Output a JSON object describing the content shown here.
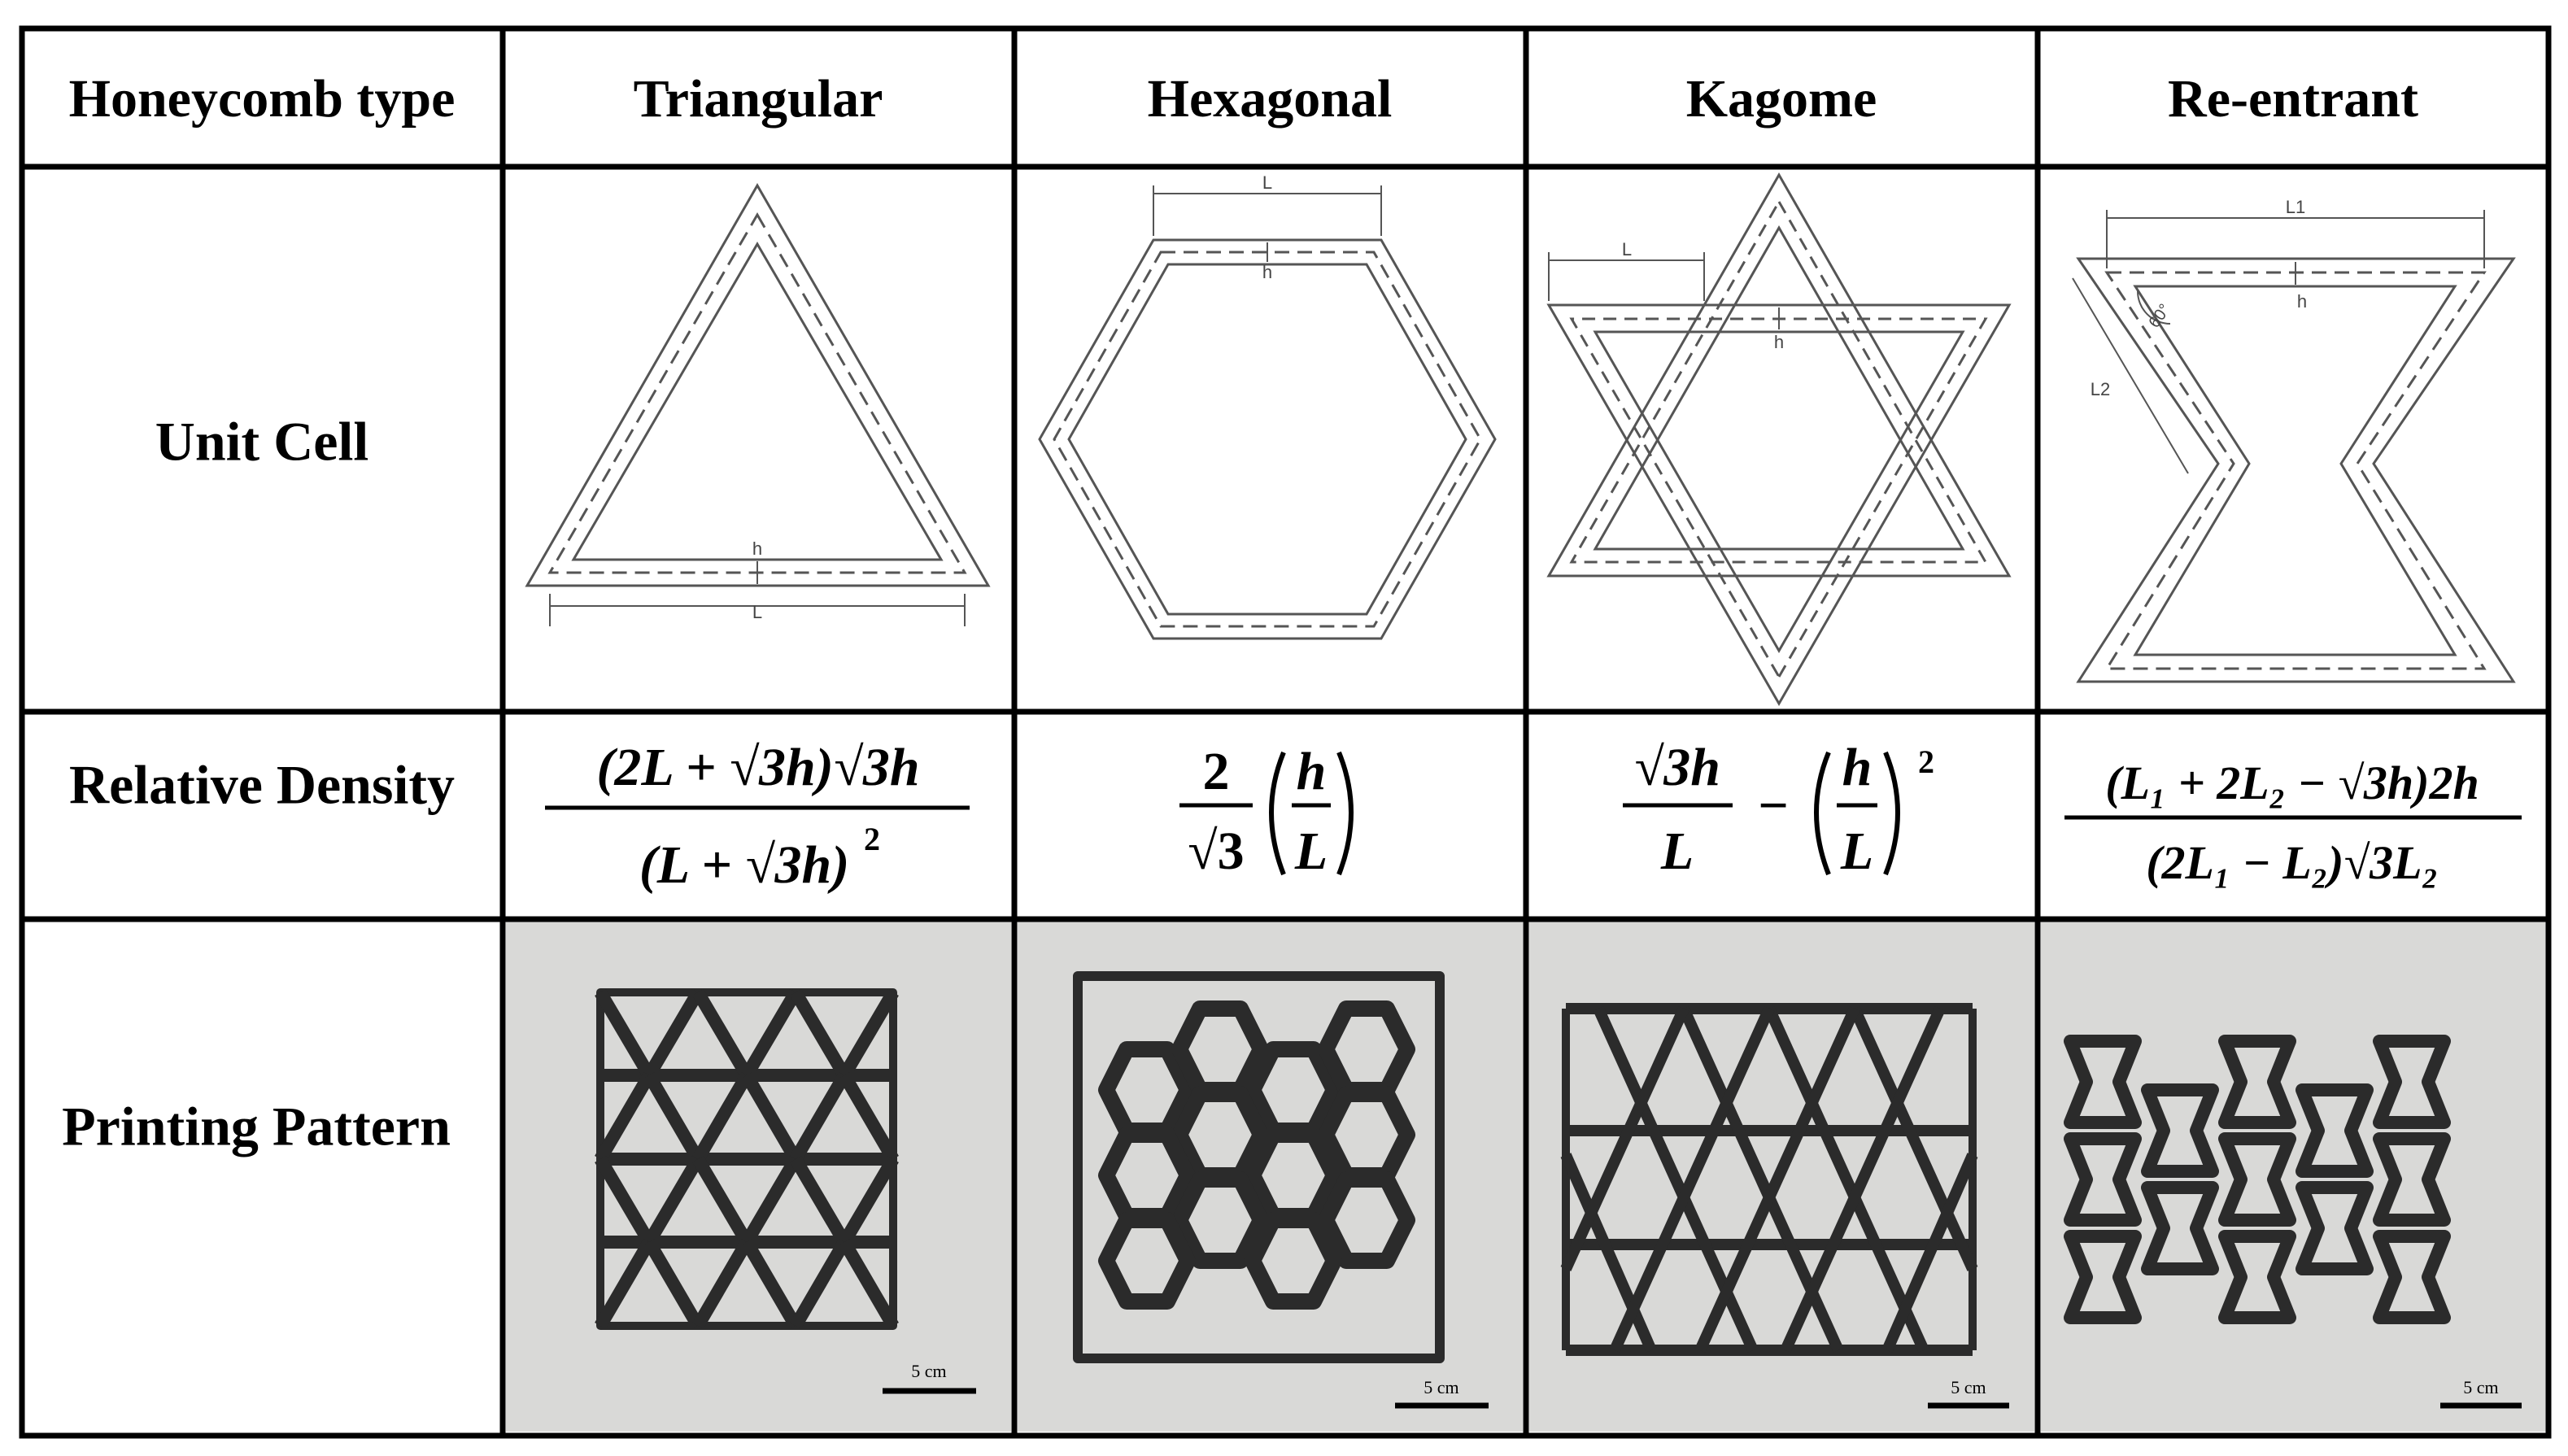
{
  "table": {
    "header_label": "Honeycomb type",
    "columns": [
      "Triangular",
      "Hexagonal",
      "Kagome",
      "Re-entrant"
    ],
    "rows": [
      "Unit Cell",
      "Relative Density",
      "Printing Pattern"
    ]
  },
  "unit_cell": {
    "triangular": {
      "thickness_label": "h",
      "length_label": "L"
    },
    "hexagonal": {
      "length_label": "L",
      "thickness_label": "h"
    },
    "kagome": {
      "length_label": "L",
      "thickness_label": "h"
    },
    "reentrant": {
      "length1_label": "L1",
      "thickness_label": "h",
      "length2_label": "L2",
      "angle_label": "60°"
    }
  },
  "relative_density": {
    "triangular": {
      "numerator": "(2L + √3h)√3h",
      "denominator": "(L + √3h)",
      "denominator_power": "2"
    },
    "hexagonal": {
      "coefficient_num": "2",
      "coefficient_den": "√3",
      "paren_num": "h",
      "paren_den": "L"
    },
    "kagome": {
      "first_num": "√3h",
      "first_den": "L",
      "minus": "−",
      "paren_num": "h",
      "paren_den": "L",
      "power": "2"
    },
    "reentrant": {
      "numerator": "(L₁ + 2L₂ − √3h)2h",
      "denominator": "(2L₁ − L₂)√3L₂"
    }
  },
  "printing_pattern": {
    "scale_label": "5 cm",
    "photo_color": "#d9d9d7",
    "sample_color": "#2b2b2b"
  }
}
